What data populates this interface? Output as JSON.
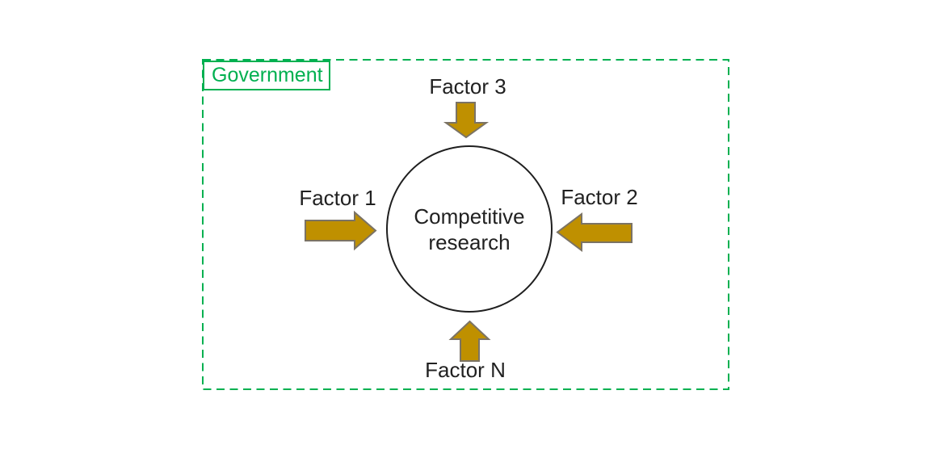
{
  "diagram": {
    "container": {
      "label": "Government"
    },
    "center_node": {
      "label": "Competitive research",
      "lines": [
        "Competitive",
        "research"
      ]
    },
    "factors": [
      {
        "label": "Factor 1",
        "position": "left",
        "arrow_direction": "right"
      },
      {
        "label": "Factor 2",
        "position": "right",
        "arrow_direction": "left"
      },
      {
        "label": "Factor 3",
        "position": "top",
        "arrow_direction": "down"
      },
      {
        "label": "Factor N",
        "position": "bottom",
        "arrow_direction": "up"
      }
    ],
    "colors": {
      "boundary_green": "#00B050",
      "arrow_fill": "#BF9000",
      "arrow_outline": "#7B7365",
      "circle_outline": "#1F1F1F",
      "text": "#212121",
      "background": "#FFFFFF"
    }
  }
}
